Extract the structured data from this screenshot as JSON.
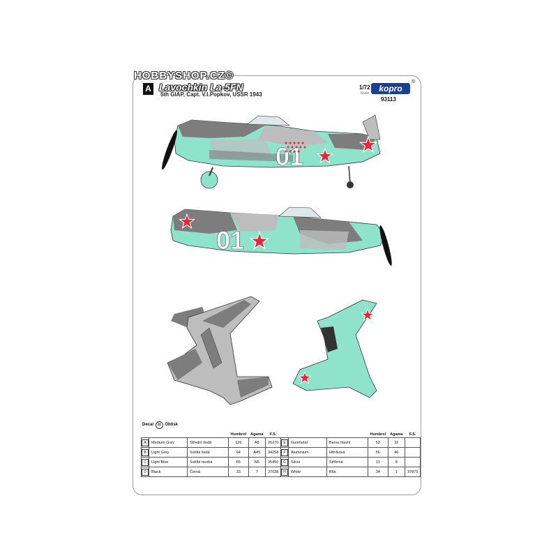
{
  "watermark": "HOBBYSHOP.CZ©",
  "header": {
    "badge": "A",
    "title": "Lavochkin La-5FN",
    "subtitle": "5th GIAP, Capt. V.I.Popkov, USSR 1943",
    "scale": "1/72",
    "scale_sub": "Scale",
    "brand": "kopro",
    "brand_mark": "®",
    "code": "93113"
  },
  "aircraft": {
    "side_numbers": [
      "01",
      "01"
    ],
    "colors": {
      "medium_grey": "#7d7d7d",
      "light_grey": "#bdbdbd",
      "light_blue": "#8fe3cb",
      "black": "#111111",
      "red": "#e8253a",
      "white": "#ffffff"
    }
  },
  "decal_label": {
    "left": "Decal",
    "num": "11",
    "right": "Obtisk"
  },
  "table_headers": [
    "Humbrol",
    "Agama",
    "F.S."
  ],
  "colors_left": [
    {
      "key": "A",
      "en": "Medium Grey",
      "cz": "Střední šedá",
      "humbrol": "126",
      "agama": "A8",
      "fs": "26270"
    },
    {
      "key": "B",
      "en": "Light Grey",
      "cz": "Světlá šedá",
      "humbrol": "64",
      "agama": "A45",
      "fs": "34258"
    },
    {
      "key": "C",
      "en": "Light Blue",
      "cz": "Světlá modrá",
      "humbrol": "65",
      "agama": "N5",
      "fs": "35450"
    },
    {
      "key": "D",
      "en": "Black",
      "cz": "Černá",
      "humbrol": "33",
      "agama": "7",
      "fs": "37038"
    }
  ],
  "colors_right": [
    {
      "key": "E",
      "en": "Gunmetal",
      "cz": "Barva hlavní",
      "humbrol": "53",
      "agama": "32",
      "fs": ""
    },
    {
      "key": "F",
      "en": "Aluminium",
      "cz": "Hliníková",
      "humbrol": "56",
      "agama": "46",
      "fs": ""
    },
    {
      "key": "G",
      "en": "Silver",
      "cz": "Stříbrná",
      "humbrol": "11",
      "agama": "8",
      "fs": ""
    },
    {
      "key": "H",
      "en": "White",
      "cz": "Bílá",
      "humbrol": "34",
      "agama": "1",
      "fs": "37875"
    }
  ]
}
